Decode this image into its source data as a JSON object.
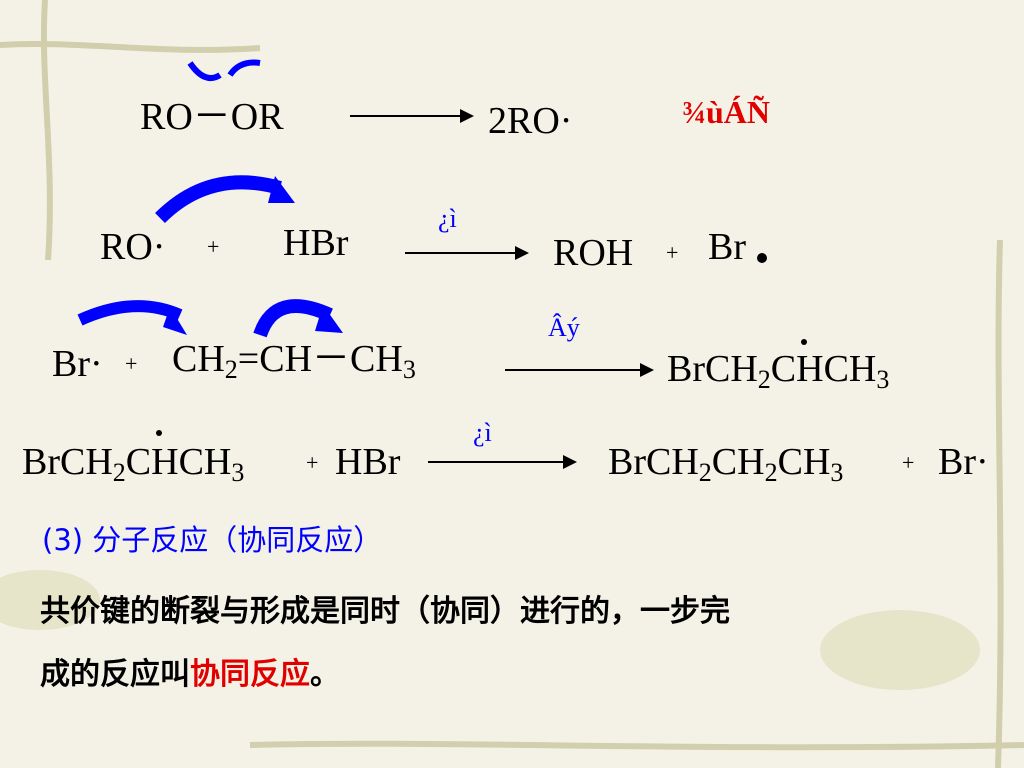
{
  "reactions": {
    "r1": {
      "reactant": "RO－OR",
      "product": "2RO·",
      "note": "¾ùÁÑ"
    },
    "r2": {
      "reactant1": "RO·",
      "plus1": "+",
      "reactant2": "HBr",
      "condition": "¿ì",
      "product1": "ROH",
      "plus2": "+",
      "product2": "Br"
    },
    "r3": {
      "reactant1": "Br·",
      "plus1": "+",
      "ch2": "CH",
      "ch2_sub": "2",
      "eq": "=",
      "ch": "CH－CH",
      "ch3_sub": "3",
      "condition": "Âý",
      "p_a": "BrCH",
      "p_a_sub": "2",
      "p_b": "CHCH",
      "p_b_sub": "3"
    },
    "r4": {
      "r_a": "BrCH",
      "r_a_sub": "2",
      "r_b": "CHCH",
      "r_b_sub": "3",
      "plus1": "+",
      "reactant2": "HBr",
      "condition": "¿ì",
      "p_a": "BrCH",
      "p_a_sub": "2",
      "p_b": "CH",
      "p_b_sub": "2",
      "p_c": "CH",
      "p_c_sub": "3",
      "plus2": "+",
      "product2": "Br·"
    }
  },
  "section": {
    "heading": "(3) 分子反应（协同反应）",
    "body_line1": "共价键的断裂与形成是同时（协同）进行的，一步完",
    "body_line2_prefix": "成的反应叫",
    "body_line2_highlight": "协同反应",
    "body_line2_suffix": "。"
  },
  "colors": {
    "arrow_blue": "#0000ff",
    "highlight_red": "#e00000",
    "heading_blue": "#0000ff"
  }
}
